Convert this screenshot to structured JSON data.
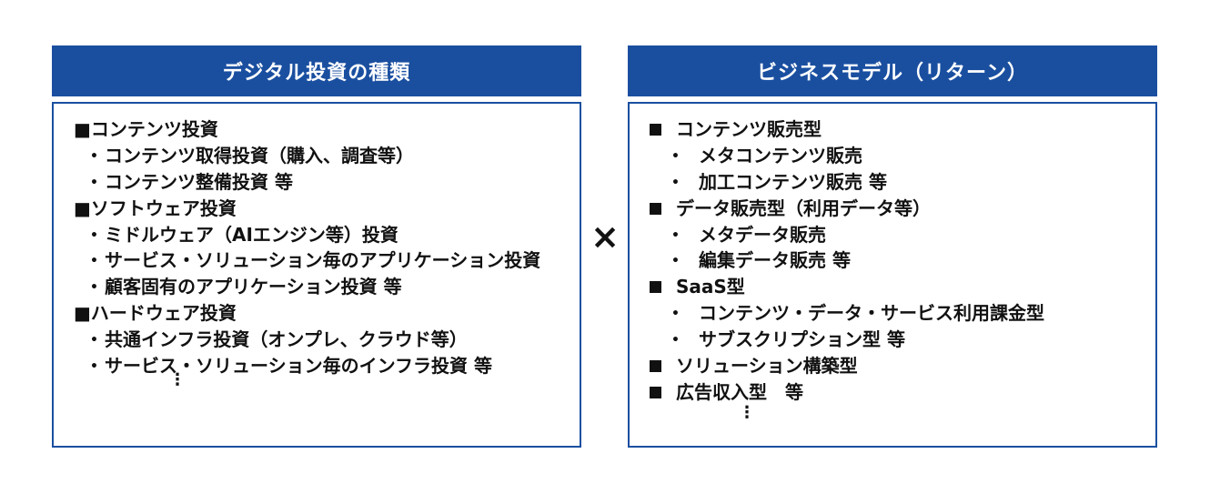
{
  "left": {
    "title": "デジタル投資の種類",
    "lines": [
      {
        "kind": "head",
        "text": "■コンテンツ投資"
      },
      {
        "kind": "item",
        "text": "コンテンツ取得投資（購入、調査等）"
      },
      {
        "kind": "item",
        "text": "コンテンツ整備投資 等"
      },
      {
        "kind": "head",
        "text": "■ソフトウェア投資"
      },
      {
        "kind": "item",
        "text": "ミドルウェア（AIエンジン等）投資"
      },
      {
        "kind": "item",
        "text": "サービス・ソリューション毎のアプリケーション投資"
      },
      {
        "kind": "item",
        "text": "顧客固有のアプリケーション投資 等"
      },
      {
        "kind": "head",
        "text": "■ハードウェア投資"
      },
      {
        "kind": "item",
        "text": "共通インフラ投資（オンプレ、クラウド等）"
      },
      {
        "kind": "item",
        "text": "サービス・ソリューション毎のインフラ投資 等"
      }
    ],
    "ellipsis": "⋮"
  },
  "times_symbol": "×",
  "right": {
    "title": "ビジネスモデル（リターン）",
    "lines": [
      {
        "kind": "head",
        "text": "コンテンツ販売型"
      },
      {
        "kind": "item",
        "text": "メタコンテンツ販売"
      },
      {
        "kind": "item",
        "text": "加工コンテンツ販売 等"
      },
      {
        "kind": "head",
        "text": "データ販売型（利用データ等）"
      },
      {
        "kind": "item",
        "text": "メタデータ販売"
      },
      {
        "kind": "item",
        "text": "編集データ販売 等"
      },
      {
        "kind": "head",
        "text": "SaaS型"
      },
      {
        "kind": "item",
        "text": "コンテンツ・データ・サービス利用課金型"
      },
      {
        "kind": "item",
        "text": "サブスクリプション型 等"
      },
      {
        "kind": "head",
        "text": "ソリューション構築型"
      },
      {
        "kind": "head",
        "text": "広告収入型　等"
      }
    ],
    "ellipsis": "⋮"
  },
  "colors": {
    "header_bg": "#1a4fa0",
    "border": "#1a4fa0",
    "text": "#111111"
  }
}
